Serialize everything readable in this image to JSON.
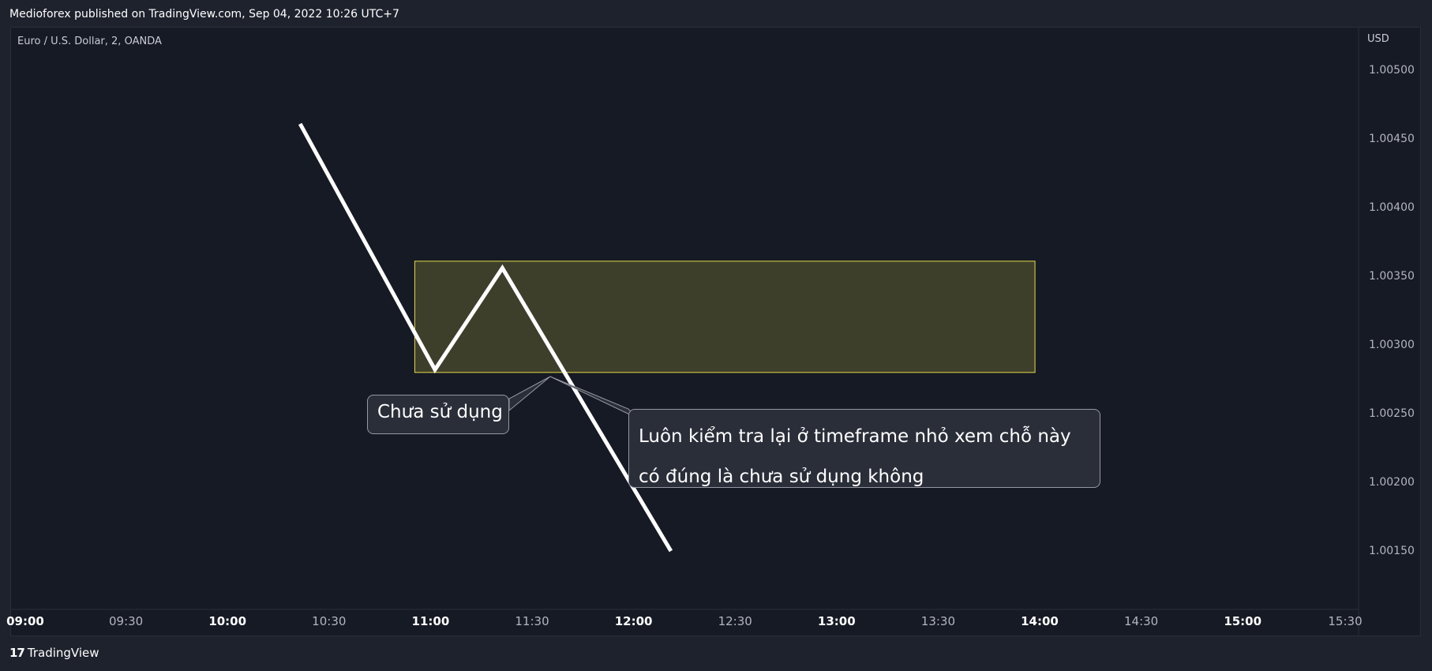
{
  "header": {
    "text": "Medioforex published on TradingView.com, Sep 04, 2022 10:26 UTC+7"
  },
  "chart": {
    "symbol": "Euro / U.S. Dollar, 2, OANDA",
    "currency": "USD"
  },
  "colors": {
    "line": "#ffffff",
    "zone_fill": "#3e3f2b",
    "zone_border": "#e8d94a",
    "grid_border": "#2a2e39"
  },
  "annotations": {
    "label_1": "Chưa sử dụng",
    "label_2": "Luôn kiểm tra lại ở timeframe nhỏ xem chỗ này có đúng là chưa sử dụng không"
  },
  "footer": {
    "brand": "TradingView",
    "logo_icon": "tradingview-logo-icon"
  },
  "chart_data": {
    "type": "line",
    "yticks": [
      "1.00500",
      "1.00450",
      "1.00400",
      "1.00350",
      "1.00300",
      "1.00250",
      "1.00200",
      "1.00150"
    ],
    "xticks": [
      {
        "label": "09:00",
        "major": true
      },
      {
        "label": "09:30",
        "major": false
      },
      {
        "label": "10:00",
        "major": true
      },
      {
        "label": "10:30",
        "major": false
      },
      {
        "label": "11:00",
        "major": true
      },
      {
        "label": "11:30",
        "major": false
      },
      {
        "label": "12:00",
        "major": true
      },
      {
        "label": "12:30",
        "major": false
      },
      {
        "label": "13:00",
        "major": true
      },
      {
        "label": "13:30",
        "major": false
      },
      {
        "label": "14:00",
        "major": true
      },
      {
        "label": "14:30",
        "major": false
      },
      {
        "label": "15:00",
        "major": true
      },
      {
        "label": "15:30",
        "major": false
      }
    ],
    "ylim": [
      1.00105,
      1.00524
    ],
    "xlim_minutes": [
      540,
      940
    ],
    "zone": {
      "x0": 660,
      "x1": 844,
      "y_low": 1.0028,
      "y_high": 1.00361
    },
    "path": [
      {
        "t": 626,
        "p": 1.00461
      },
      {
        "t": 666,
        "p": 1.00282
      },
      {
        "t": 686,
        "p": 1.00356
      },
      {
        "t": 736,
        "p": 1.0015
      }
    ]
  }
}
